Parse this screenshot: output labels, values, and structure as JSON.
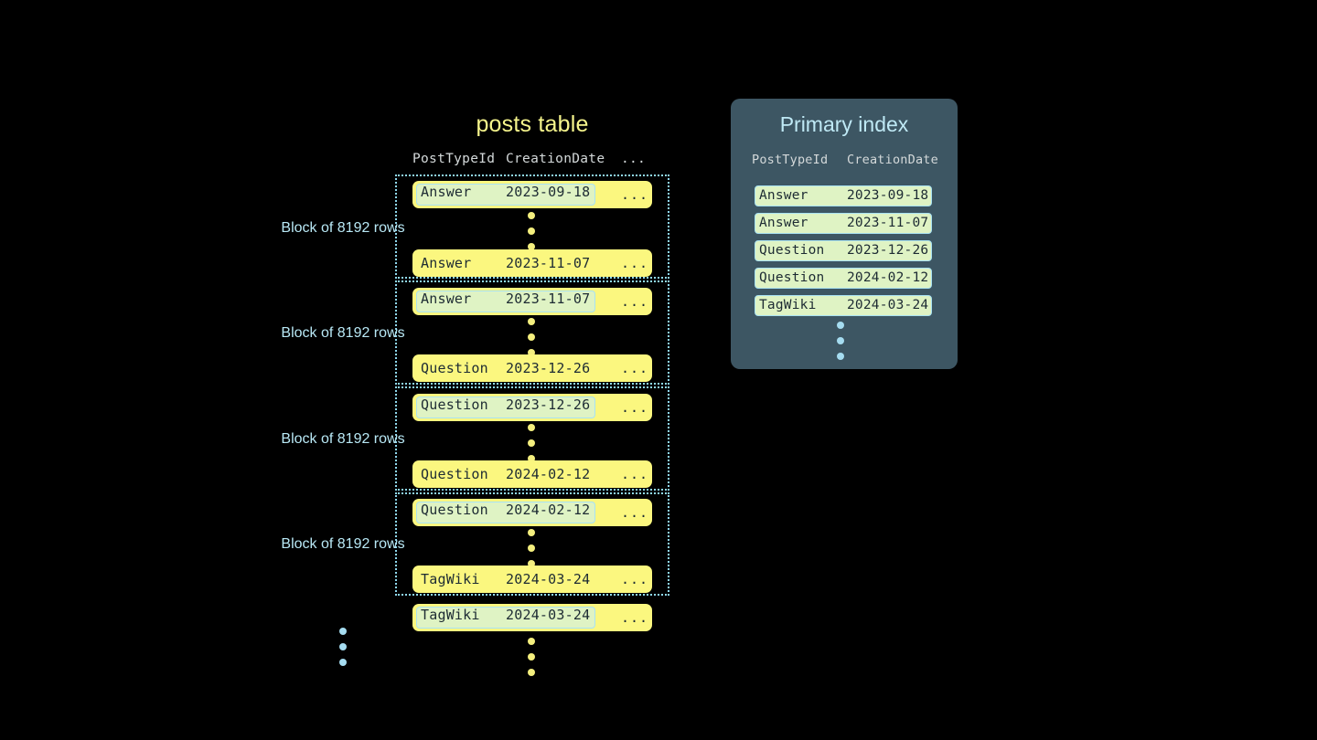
{
  "background": "#000000",
  "posts_table": {
    "title": "posts table",
    "columns": [
      "PostTypeId",
      "CreationDate",
      "..."
    ],
    "more_glyph": "...",
    "block_label_line1": "Block of",
    "block_label_line2": "8192 rows",
    "blocks": [
      {
        "label": "Block of 8192 rows",
        "first_row": {
          "post_type_id": "Answer",
          "creation_date": "2023-09-18",
          "more": "...",
          "highlighted": true
        },
        "last_row": {
          "post_type_id": "Answer",
          "creation_date": "2023-11-07",
          "more": "...",
          "highlighted": false
        }
      },
      {
        "label": "Block of 8192 rows",
        "first_row": {
          "post_type_id": "Answer",
          "creation_date": "2023-11-07",
          "more": "...",
          "highlighted": true
        },
        "last_row": {
          "post_type_id": "Question",
          "creation_date": "2023-12-26",
          "more": "...",
          "highlighted": false
        }
      },
      {
        "label": "Block of 8192 rows",
        "first_row": {
          "post_type_id": "Question",
          "creation_date": "2023-12-26",
          "more": "...",
          "highlighted": true
        },
        "last_row": {
          "post_type_id": "Question",
          "creation_date": "2024-02-12",
          "more": "...",
          "highlighted": false
        }
      },
      {
        "label": "Block of 8192 rows",
        "first_row": {
          "post_type_id": "Question",
          "creation_date": "2024-02-12",
          "more": "...",
          "highlighted": true
        },
        "last_row": {
          "post_type_id": "TagWiki",
          "creation_date": "2024-03-24",
          "more": "...",
          "highlighted": false
        }
      }
    ],
    "trailing_row": {
      "post_type_id": "TagWiki",
      "creation_date": "2024-03-24",
      "more": "...",
      "highlighted": true
    }
  },
  "primary_index": {
    "title": "Primary index",
    "columns": [
      "PostTypeId",
      "CreationDate"
    ],
    "entries": [
      {
        "post_type_id": "Answer",
        "creation_date": "2023-09-18"
      },
      {
        "post_type_id": "Answer",
        "creation_date": "2023-11-07"
      },
      {
        "post_type_id": "Question",
        "creation_date": "2023-12-26"
      },
      {
        "post_type_id": "Question",
        "creation_date": "2024-02-12"
      },
      {
        "post_type_id": "TagWiki",
        "creation_date": "2024-03-24"
      }
    ]
  },
  "colors": {
    "row_yellow": "#fbf77f",
    "chip_green": "#dff3c4",
    "chip_border": "#a9e2f2",
    "dotted_border": "#8fd8ef",
    "panel_slate": "#3d5663",
    "title_yellow": "#f6f58c",
    "title_cyan": "#bfe9f5",
    "header_gray": "#d4d9da",
    "dot_yellow": "#f4ef7e",
    "dot_blue": "#a5dcf0",
    "text_dark": "#1d2b33"
  }
}
